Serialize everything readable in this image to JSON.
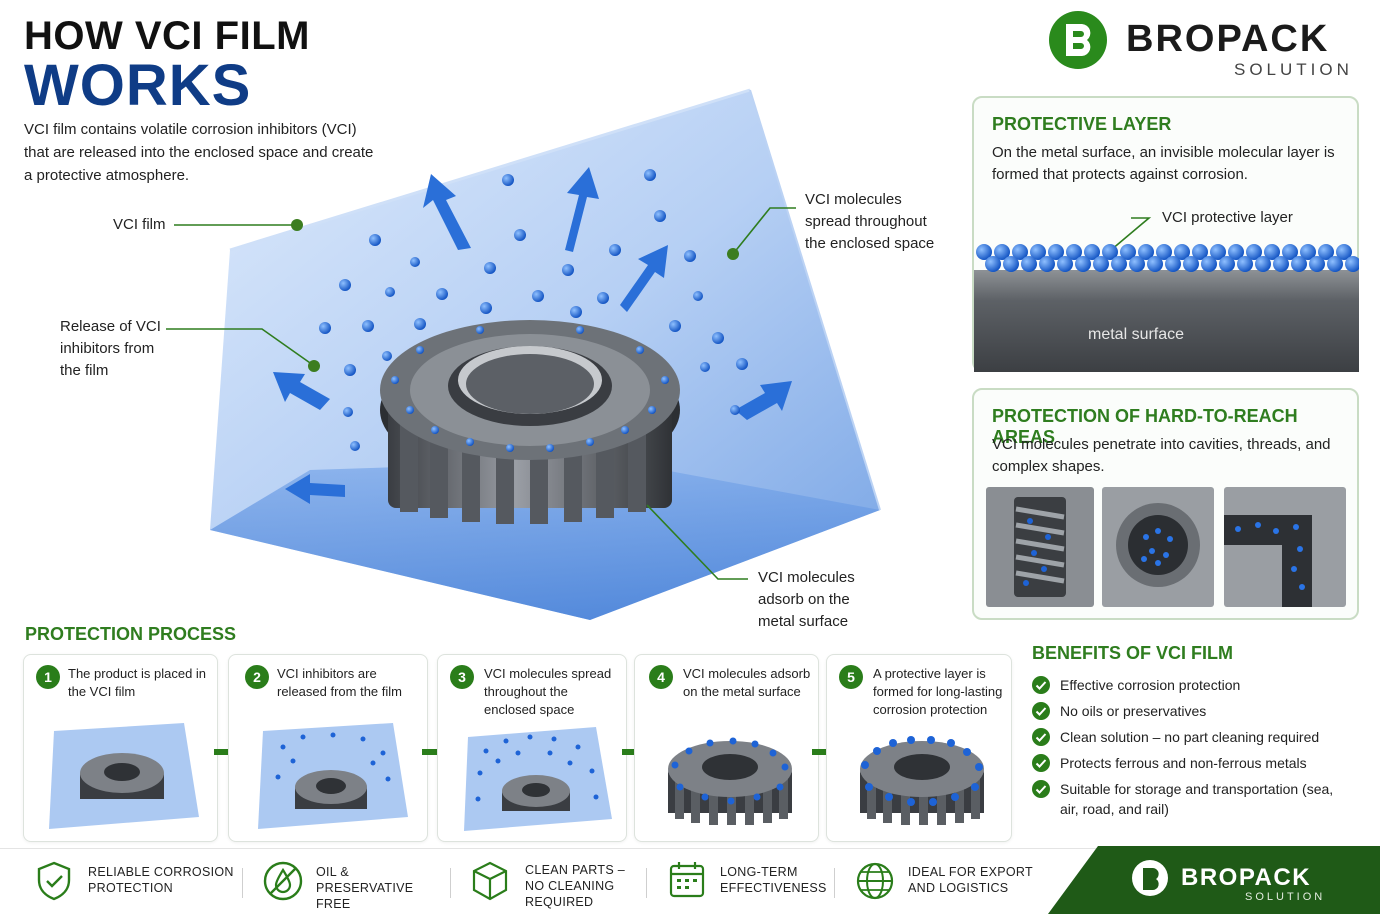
{
  "header": {
    "title_line1": "HOW VCI FILM",
    "title_line2": "WORKS",
    "intro": "VCI film contains volatile corrosion inhibitors (VCI) that are released into the enclosed space and create a protective atmosphere."
  },
  "brand": {
    "name": "BROPACK",
    "subtitle": "SOLUTION",
    "footer_name": "BROPACK",
    "footer_subtitle": "SOLUTION"
  },
  "callouts": {
    "vci_film": "VCI film",
    "release": "Release of VCI inhibitors from the film",
    "spread": "VCI molecules spread throughout the enclosed space",
    "adsorb": "VCI molecules adsorb on the metal surface"
  },
  "protective_layer": {
    "title": "PROTECTIVE LAYER",
    "text": "On the metal surface, an invisible molecular layer is formed that protects against corrosion.",
    "layer_label": "VCI protective layer",
    "surface_label": "metal surface"
  },
  "hard_to_reach": {
    "title": "PROTECTION OF HARD-TO-REACH AREAS",
    "text": "VCI molecules penetrate into cavities, threads, and complex shapes."
  },
  "process": {
    "title": "PROTECTION PROCESS",
    "steps": [
      {
        "num": "1",
        "text": "The product is placed in the VCI film"
      },
      {
        "num": "2",
        "text": "VCI inhibitors are released from the film"
      },
      {
        "num": "3",
        "text": "VCI molecules spread throughout the enclosed space"
      },
      {
        "num": "4",
        "text": "VCI molecules adsorb on the metal surface"
      },
      {
        "num": "5",
        "text": "A protective layer is formed for long-lasting corrosion protection"
      }
    ]
  },
  "benefits": {
    "title": "BENEFITS OF VCI FILM",
    "items": [
      "Effective corrosion protection",
      "No oils or preservatives",
      "Clean solution – no part cleaning required",
      "Protects ferrous and non-ferrous metals",
      "Suitable for storage and transportation (sea, air, road, and rail)"
    ]
  },
  "footer": {
    "items": [
      {
        "icon": "shield-check-icon",
        "text": "RELIABLE CORROSION PROTECTION"
      },
      {
        "icon": "no-oil-icon",
        "text": "OIL & PRESERVATIVE FREE"
      },
      {
        "icon": "box-icon",
        "text": "CLEAN PARTS – NO CLEANING REQUIRED"
      },
      {
        "icon": "calendar-icon",
        "text": "LONG-TERM EFFECTIVENESS"
      },
      {
        "icon": "globe-icon",
        "text": "IDEAL FOR EXPORT AND LOGISTICS"
      }
    ]
  },
  "colors": {
    "brand_green": "#2a7d1a",
    "title_blue": "#0f3c86",
    "film_blue": "#6fa3e6",
    "molecule_blue": "#1e63d6"
  }
}
